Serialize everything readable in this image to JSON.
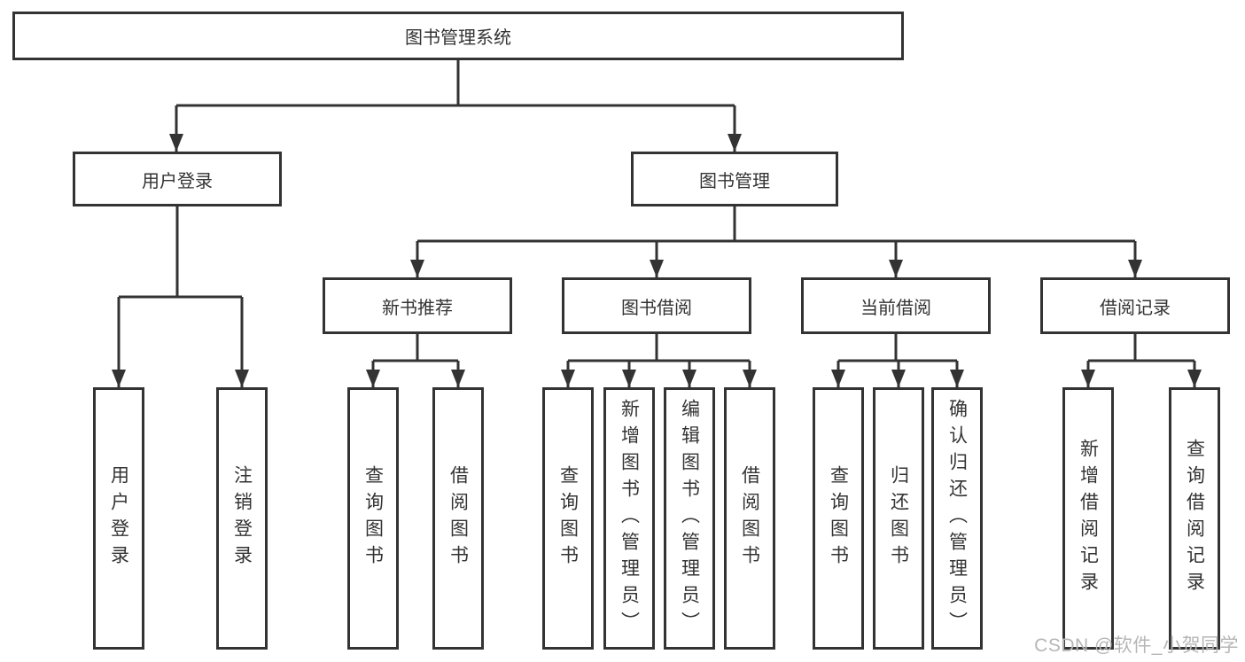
{
  "diagram": {
    "title": "图书管理系统",
    "tree": {
      "root": {
        "label": "图书管理系统"
      },
      "children": [
        {
          "label": "用户登录",
          "children": [
            {
              "label": "用户登录"
            },
            {
              "label": "注销登录"
            }
          ]
        },
        {
          "label": "图书管理",
          "children": [
            {
              "label": "新书推荐",
              "children": [
                {
                  "label": "查询图书"
                },
                {
                  "label": "借阅图书"
                }
              ]
            },
            {
              "label": "图书借阅",
              "children": [
                {
                  "label": "查询图书"
                },
                {
                  "label": "新增图书（管理员）"
                },
                {
                  "label": "编辑图书（管理员）"
                },
                {
                  "label": "借阅图书"
                }
              ]
            },
            {
              "label": "当前借阅",
              "children": [
                {
                  "label": "查询图书"
                },
                {
                  "label": "归还图书"
                },
                {
                  "label": "确认归还（管理员）"
                }
              ]
            },
            {
              "label": "借阅记录",
              "children": [
                {
                  "label": "新增借阅记录"
                },
                {
                  "label": "查询借阅记录"
                }
              ]
            }
          ]
        }
      ]
    }
  },
  "watermark": {
    "text": "CSDN @软件_小贺同学",
    "color": "#b6b6b6"
  },
  "colors": {
    "line": "#333333",
    "box_border": "#333333",
    "box_fill": "#ffffff",
    "text": "#333333",
    "background": "#ffffff"
  }
}
